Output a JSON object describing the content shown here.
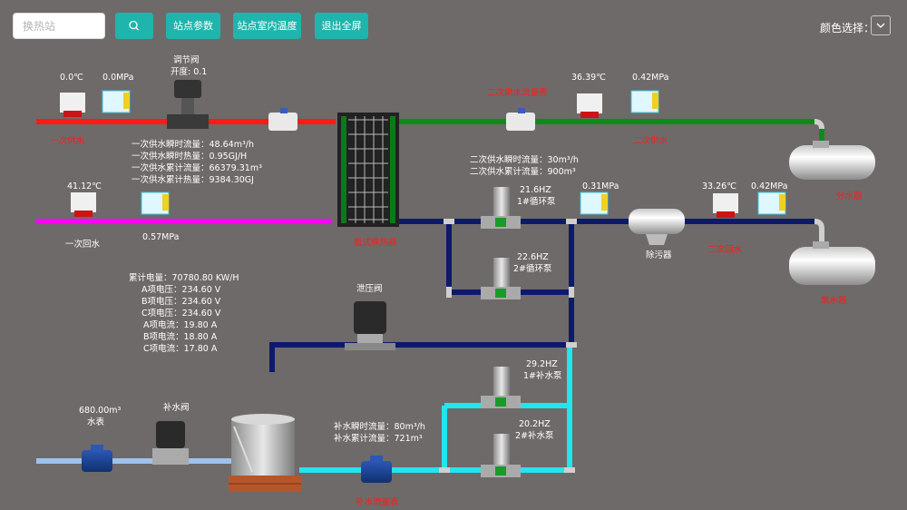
{
  "toolbar": {
    "search_placeholder": "换热站",
    "btn_params": "站点参数",
    "btn_indoor_temp": "站点室内温度",
    "btn_exit_fullscreen": "退出全屏",
    "color_select_label": "颜色选择：",
    "search_icon": "search-icon",
    "chevron_icon": "chevron-down-icon"
  },
  "colors": {
    "background": "#6e6a69",
    "accent": "#1fb5ad",
    "primary_supply": "#ff1a1a",
    "primary_return": "#ff00ff",
    "secondary_supply": "#0b8c1a",
    "secondary_return": "#0d1a6b",
    "makeup_water": "#22e5ee",
    "city_water": "#9ec2ee"
  },
  "primary": {
    "supply_temp": "0.0℃",
    "supply_pressure": "0.0MPa",
    "supply_label": "一次供水",
    "return_temp": "41.12℃",
    "return_label": "一次回水",
    "return_pressure": "0.57MPa",
    "valve_title": "调节阀",
    "valve_opening": "开度: 0.1",
    "stats": [
      "一次供水瞬时流量：48.64m³/h",
      "一次供水瞬时热量：0.95GJ/H",
      "一次供水累计流量：66379.31m³",
      "一次供水累计热量：9384.30GJ"
    ]
  },
  "secondary": {
    "flowmeter_label": "二次供水流量表",
    "supply_temp": "36.39℃",
    "supply_pressure": "0.42MPa",
    "supply_label": "二次供水",
    "stats": [
      "二次供水瞬时流量：30m³/h",
      "二次供水累计流量：900m³"
    ],
    "return_pressure_left": "0.31MPa",
    "return_temp": "33.26℃",
    "return_pressure_right": "0.42MPa",
    "return_label": "二次回水",
    "filter_label": "除污器",
    "divider_label": "分水器",
    "collector_label": "集水器"
  },
  "heat_exchanger_label": "板式换热器",
  "pumps": [
    {
      "freq": "21.6HZ",
      "name": "1#循环泵"
    },
    {
      "freq": "22.6HZ",
      "name": "2#循环泵"
    },
    {
      "freq": "29.2HZ",
      "name": "1#补水泵"
    },
    {
      "freq": "20.2HZ",
      "name": "2#补水泵"
    }
  ],
  "electric": [
    "累计电量：70780.80 KW/H",
    "A项电压：234.60 V",
    "B项电压：234.60 V",
    "C项电压：234.60 V",
    "A项电流：19.80 A",
    "B项电流：18.80 A",
    "C项电流：17.80 A"
  ],
  "relief_valve_label": "泄压阀",
  "makeup": {
    "water_meter_value": "680.00m³",
    "water_meter_label": "水表",
    "valve_label": "补水阀",
    "flow_instant": "补水瞬时流量：80m³/h",
    "flow_total": "补水累计流量：721m³",
    "flowmeter_label": "补水流量表"
  }
}
